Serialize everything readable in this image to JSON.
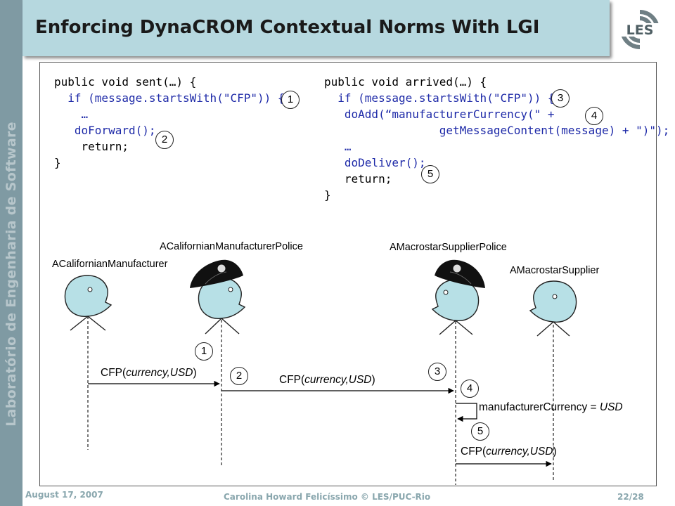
{
  "sidebar": {
    "text": "Laboratório de Engenharia de Software"
  },
  "header": {
    "title": "Enforcing DynaCROM Contextual Norms With LGI",
    "logo_text": "LES"
  },
  "code_left": {
    "lines": [
      "public void sent(…) {",
      "  if (message.startsWith(\"CFP\")) {",
      "    …",
      "   doForward();",
      "    return;",
      "}"
    ],
    "markers": [
      "1",
      "2"
    ]
  },
  "code_right": {
    "lines": [
      "public void arrived(…) {",
      "  if (message.startsWith(\"CFP\")) {",
      "   doAdd(“manufacturerCurrency(\" +",
      "                 getMessageContent(message) + \")\");",
      "   …",
      "   doDeliver();",
      "   return;",
      "}"
    ],
    "markers": [
      "3",
      "4",
      "5"
    ]
  },
  "actors": [
    {
      "label": "ACalifornianManufacturer",
      "police": false
    },
    {
      "label": "ACalifornianManufacturerPolice",
      "police": true
    },
    {
      "label": "AMacrostarSupplierPolice",
      "police": true
    },
    {
      "label": "AMacrostarSupplier",
      "police": false
    }
  ],
  "messages": [
    {
      "prefix": "CFP(",
      "italic": "currency,USD",
      "suffix": ")"
    },
    {
      "prefix": "CFP(",
      "italic": "currency,USD",
      "suffix": ")"
    },
    {
      "prefix": "manufacturerCurrency = ",
      "italic": "USD",
      "suffix": ""
    },
    {
      "prefix": "CFP(",
      "italic": "currency,USD",
      "suffix": ")"
    }
  ],
  "step_markers": [
    "1",
    "2",
    "3",
    "4",
    "5"
  ],
  "footer": {
    "date": "August 17, 2007",
    "author": "Carolina Howard Felicíssimo © LES/PUC-Rio",
    "page": "22/28"
  },
  "colors": {
    "header_bg": "#b6d8df",
    "sidebar_bg": "#7f9aa3",
    "code_blue": "#1e2aa8",
    "face_fill": "#b7e0e6",
    "footer_text": "#8aa7ae"
  }
}
